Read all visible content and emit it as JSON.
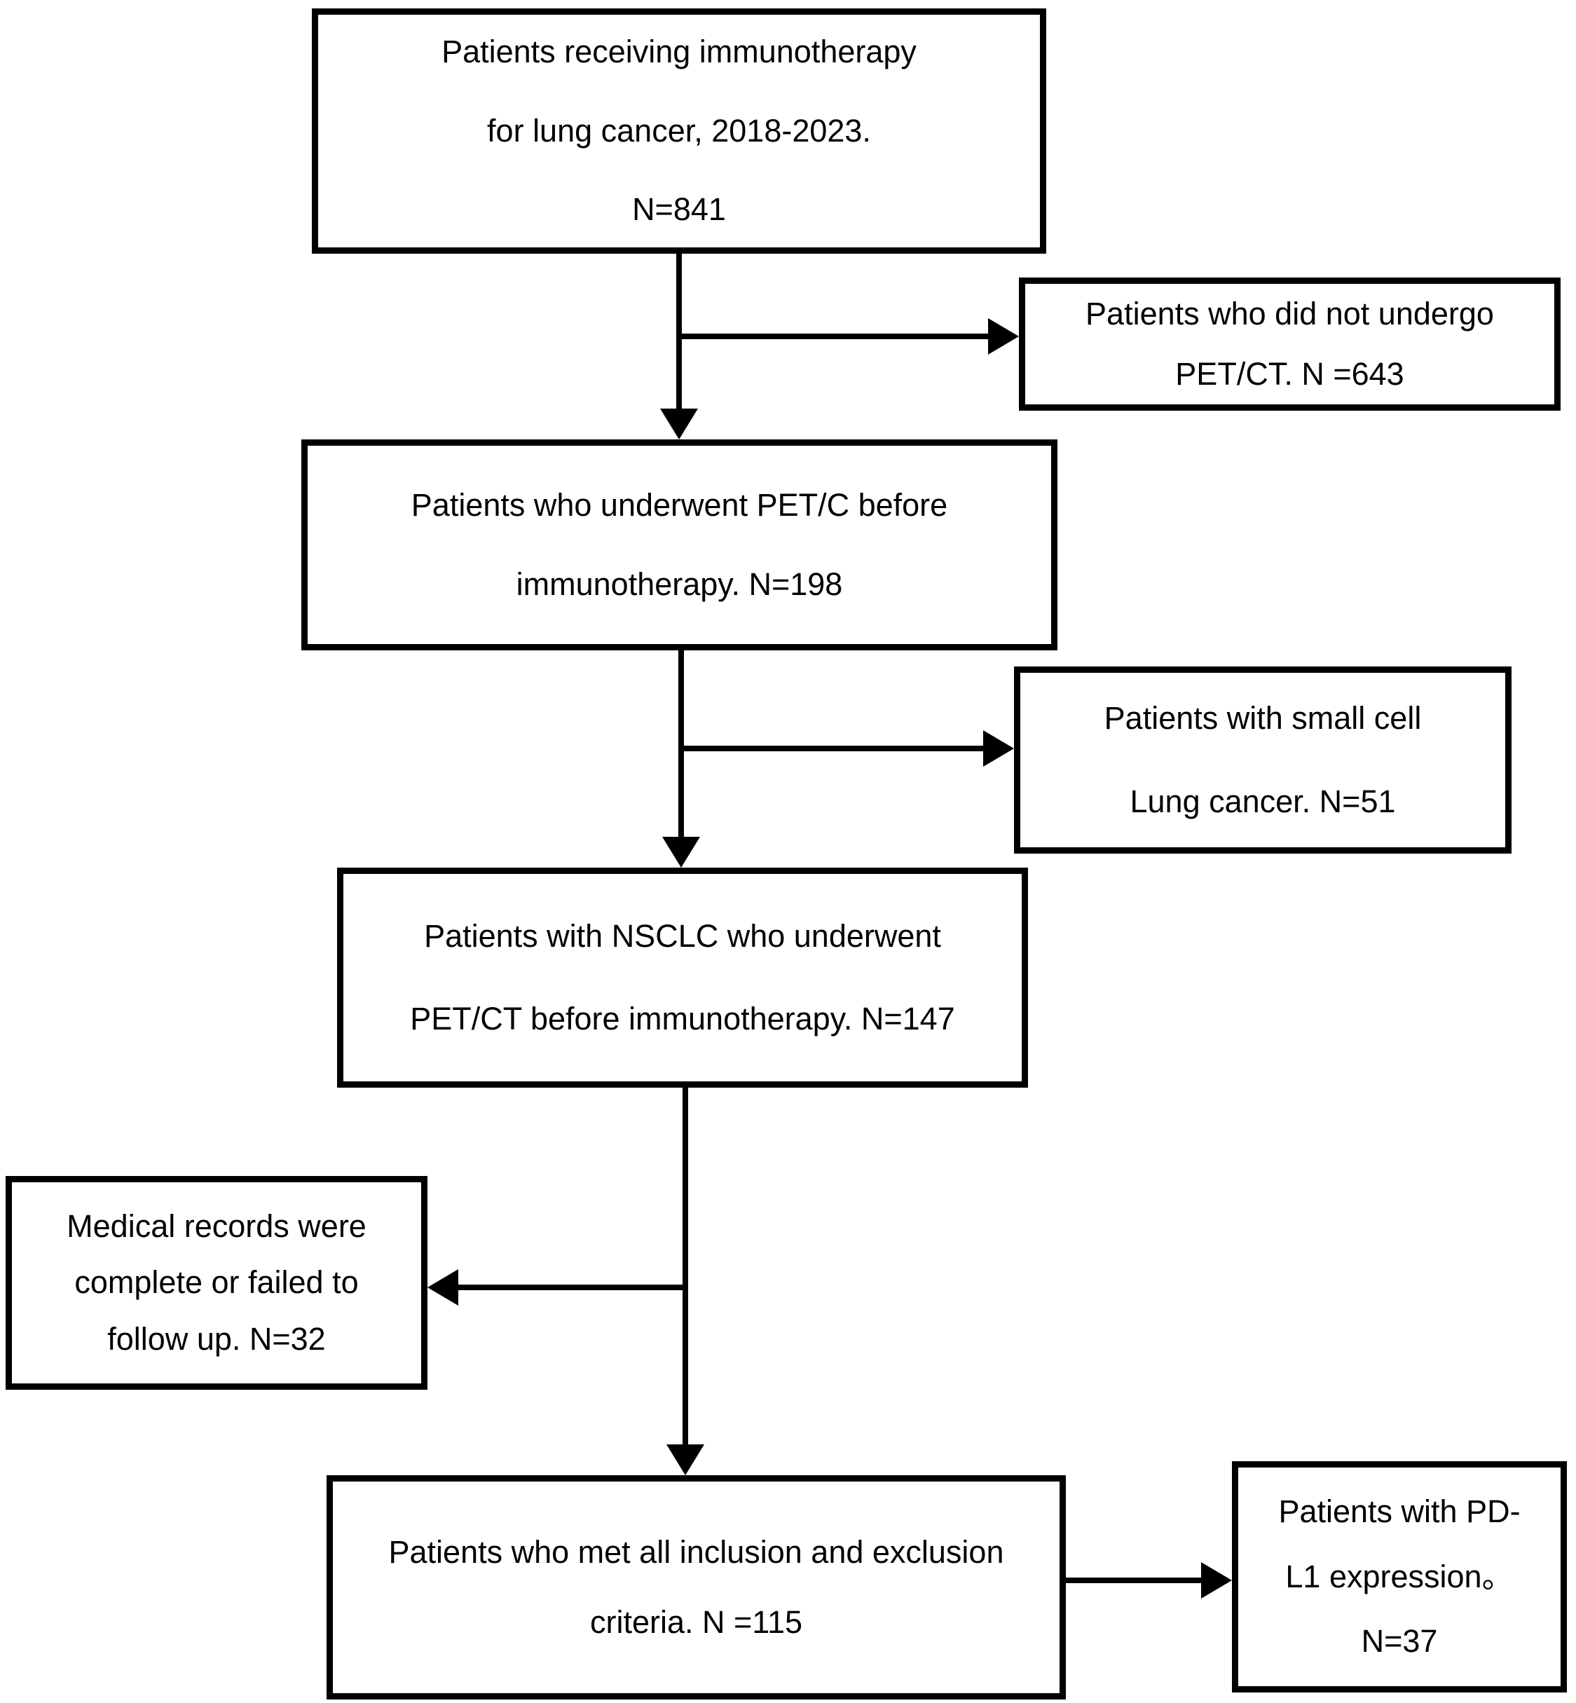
{
  "diagram": {
    "type": "flowchart",
    "title": "",
    "colors": {
      "line": "#000000",
      "background": "#ffffff",
      "text": "#000000"
    },
    "boxes": [
      {
        "id": "initial-cohort",
        "lines": [
          "Patients receiving immunotherapy",
          "for lung cancer, 2018-2023.",
          "N=841"
        ]
      },
      {
        "id": "excluded-no-petct",
        "lines": [
          "Patients who did not undergo",
          "PET/CT. N =643"
        ]
      },
      {
        "id": "petct-before-immunotherapy",
        "lines": [
          "Patients who underwent PET/C before",
          "immunotherapy. N=198"
        ]
      },
      {
        "id": "excluded-small-cell",
        "lines": [
          "Patients with small cell",
          "Lung cancer. N=51"
        ]
      },
      {
        "id": "nsclc-petct",
        "lines": [
          "Patients with NSCLC who underwent",
          "PET/CT before immunotherapy. N=147"
        ]
      },
      {
        "id": "excluded-records",
        "lines": [
          "Medical records were",
          "complete or failed to",
          "follow up. N=32"
        ]
      },
      {
        "id": "final-cohort",
        "lines": [
          "Patients who met all inclusion and exclusion",
          "criteria. N =115"
        ]
      },
      {
        "id": "pdl1-subset",
        "lines": [
          "Patients with PD-",
          "L1 expression。",
          "N=37"
        ]
      }
    ]
  }
}
